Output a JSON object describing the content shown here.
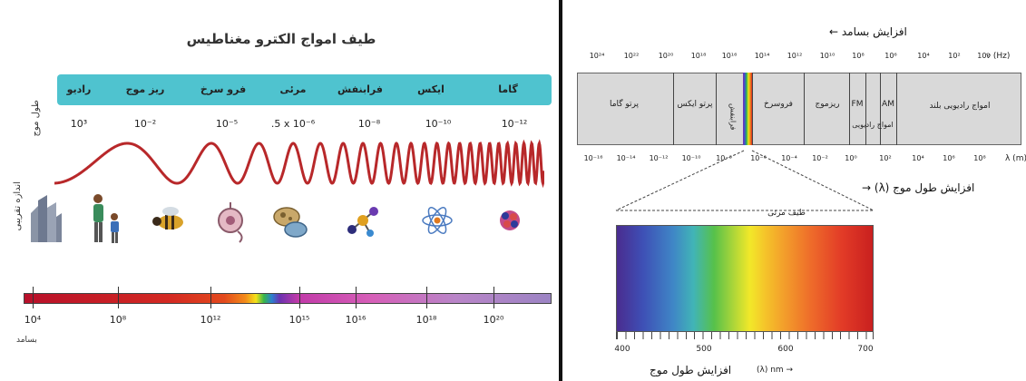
{
  "left": {
    "title": "طیف امواج الکترو مغناطیس",
    "side_label_wavelength": "طول موج",
    "side_label_size": "اندازه تقریبی",
    "bands": [
      {
        "label": "رادیو",
        "wavelength": "10³"
      },
      {
        "label": "ریز موج",
        "wavelength": "10⁻²"
      },
      {
        "label": "فرو سرخ",
        "wavelength": "10⁻⁵"
      },
      {
        "label": "مرئی",
        "wavelength": ".5 x 10⁻⁶"
      },
      {
        "label": "فرابنفش",
        "wavelength": "10⁻⁸"
      },
      {
        "label": "ایکس",
        "wavelength": "10⁻¹⁰"
      },
      {
        "label": "گاما",
        "wavelength": "10⁻¹²"
      }
    ],
    "objects": [
      "building-icon",
      "people-icon",
      "bee-icon",
      "cell-icon",
      "bacteria-icon",
      "molecule-icon",
      "atom-icon",
      "nucleus-icon"
    ],
    "frequency_ticks": [
      "10⁴",
      "10⁸",
      "10¹²",
      "10¹⁵",
      "10¹⁶",
      "10¹⁸",
      "10²⁰"
    ],
    "frequency_word": "بسامد"
  },
  "right": {
    "frequency_title": "افزایش بسامد ←",
    "frequency_ticks": [
      "10²⁴",
      "10²²",
      "10²⁰",
      "10¹⁸",
      "10¹⁶",
      "10¹⁴",
      "10¹²",
      "10¹⁰",
      "10⁸",
      "10⁶",
      "10⁴",
      "10²",
      "10⁰"
    ],
    "frequency_unit": "ν (Hz)",
    "regions": {
      "gamma": "پرتو گاما",
      "xray": "پرتو ایکس",
      "uv": "فرابنفش",
      "infrared": "فروسرخ",
      "microwave": "ریزموج",
      "fm": "FM",
      "am": "AM",
      "radio": "امواج رادیویی",
      "long_radio": "امواج رادیویی بلند"
    },
    "wavelength_ticks": [
      "10⁻¹⁶",
      "10⁻¹⁴",
      "10⁻¹²",
      "10⁻¹⁰",
      "10⁻⁸",
      "10⁻⁶",
      "10⁻⁴",
      "10⁻²",
      "10⁰",
      "10²",
      "10⁴",
      "10⁶",
      "10⁸"
    ],
    "wavelength_unit": "λ (m)",
    "wavelength_title": "افزایش طول موج (λ) →",
    "visible_title": "طیف مرئی",
    "nm_ticks": [
      "400",
      "500",
      "600",
      "700"
    ],
    "nm_title": "افزایش طول موج",
    "nm_unit": "(λ) nm →"
  },
  "colors": {
    "band_bar": "#4fc3cf",
    "wave": "#b8282a",
    "spectrum_box": "#d9d9d9"
  }
}
